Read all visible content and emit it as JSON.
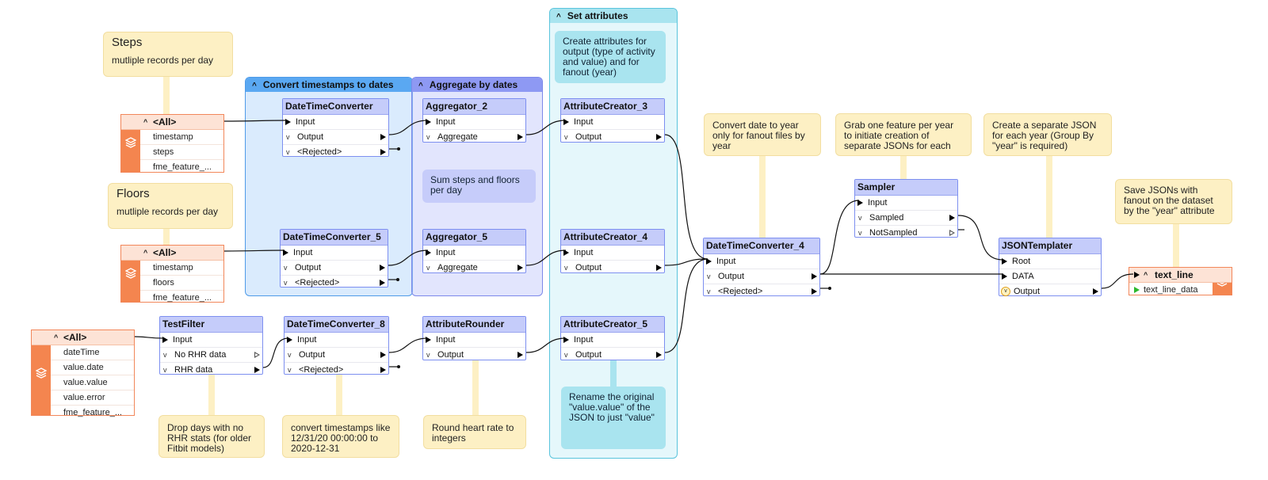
{
  "bookmarks": {
    "convert": "Convert timestamps to dates",
    "aggregate": "Aggregate by dates",
    "set_attrs": "Set attributes"
  },
  "readers": {
    "steps": {
      "header": "<All>",
      "attrs": [
        "timestamp",
        "steps",
        "fme_feature_..."
      ]
    },
    "floors": {
      "header": "<All>",
      "attrs": [
        "timestamp",
        "floors",
        "fme_feature_..."
      ]
    },
    "rhr": {
      "header": "<All>",
      "attrs": [
        "dateTime",
        "value.date",
        "value.value",
        "value.error",
        "fme_feature_..."
      ]
    }
  },
  "writer": {
    "header": "text_line",
    "attr": "text_line_data"
  },
  "transformers": {
    "dtc": {
      "title": "DateTimeConverter",
      "ports": [
        "Input",
        "Output",
        "<Rejected>"
      ]
    },
    "dtc5": {
      "title": "DateTimeConverter_5",
      "ports": [
        "Input",
        "Output",
        "<Rejected>"
      ]
    },
    "dtc8": {
      "title": "DateTimeConverter_8",
      "ports": [
        "Input",
        "Output",
        "<Rejected>"
      ]
    },
    "dtc4": {
      "title": "DateTimeConverter_4",
      "ports": [
        "Input",
        "Output",
        "<Rejected>"
      ]
    },
    "agg2": {
      "title": "Aggregator_2",
      "ports": [
        "Input",
        "Aggregate"
      ]
    },
    "agg5": {
      "title": "Aggregator_5",
      "ports": [
        "Input",
        "Aggregate"
      ]
    },
    "rounder": {
      "title": "AttributeRounder",
      "ports": [
        "Input",
        "Output"
      ]
    },
    "ac3": {
      "title": "AttributeCreator_3",
      "ports": [
        "Input",
        "Output"
      ]
    },
    "ac4": {
      "title": "AttributeCreator_4",
      "ports": [
        "Input",
        "Output"
      ]
    },
    "ac5": {
      "title": "AttributeCreator_5",
      "ports": [
        "Input",
        "Output"
      ]
    },
    "testfilter": {
      "title": "TestFilter",
      "ports": [
        "Input",
        "No RHR data",
        "RHR data"
      ]
    },
    "sampler": {
      "title": "Sampler",
      "ports": [
        "Input",
        "Sampled",
        "NotSampled"
      ]
    },
    "jsontemplater": {
      "title": "JSONTemplater",
      "ports": [
        "Root",
        "DATA",
        "Output"
      ]
    }
  },
  "notes": {
    "steps_title": "Steps",
    "steps_sub": "mutliple records per day",
    "floors_title": "Floors",
    "floors_sub": "mutliple records per day",
    "sum": "Sum steps and floors per day",
    "create_attrs": "Create attributes for output (type of activity and value) and for fanout (year)",
    "rename": "Rename the original \"value.value\" of the JSON to just \"value\"",
    "drop_days": "Drop days with no RHR stats (for older Fitbit models)",
    "convert_ts": "convert timestamps like 12/31/20 00:00:00 to 2020-12-31",
    "round": "Round heart rate to integers",
    "convert_year": "Convert date to year only for fanout files by year",
    "grab": "Grab one feature per year to initiate  creation of separate JSONs for each",
    "separate_json": "Create a separate JSON for each year (Group By \"year\" is required)",
    "save_json": "Save JSONs with fanout on the dataset by the \"year\" attribute"
  },
  "colors": {
    "reader": "#f4854f",
    "transformer_header": "#c5ccfa",
    "note": "#fdf0c4",
    "bookmark_blue": "#5aa8f2",
    "bookmark_purple": "#8e99f3",
    "bookmark_cyan": "#a9e4ef"
  }
}
